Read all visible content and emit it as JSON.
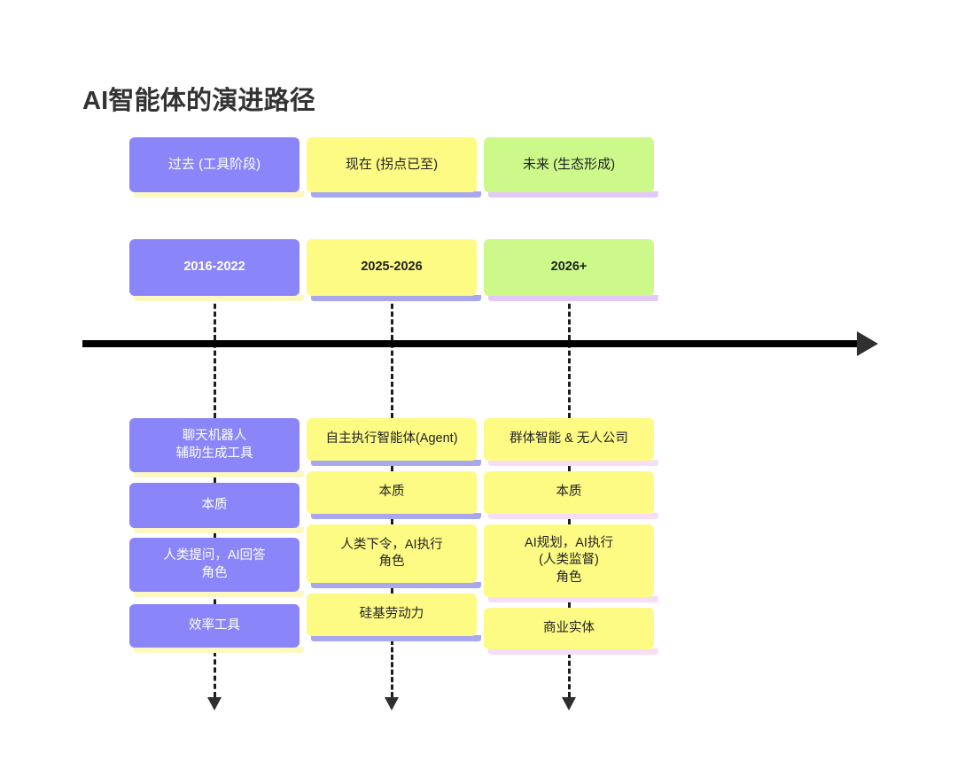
{
  "title": "AI智能体的演进路径",
  "timeline": {
    "axis_arrow": "right-arrow",
    "columns": [
      {
        "id": "past",
        "header": "过去 (工具阶段)",
        "date": "2016-2022",
        "theme": "purple",
        "fill": "#8a86fa",
        "text_color": "#ffffff",
        "shadow": "#fdf8c0",
        "cards": [
          "聊天机器人\n辅助生成工具",
          "本质",
          "人类提问，AI回答\n角色",
          "效率工具"
        ]
      },
      {
        "id": "present",
        "header": "现在 (拐点已至)",
        "date": "2025-2026",
        "theme": "yellow",
        "fill": "#fdfb84",
        "text_color": "#222222",
        "shadow": "#a9a8ee",
        "cards": [
          "自主执行智能体(Agent)",
          "本质",
          "人类下令，AI执行\n角色",
          "硅基劳动力"
        ]
      },
      {
        "id": "future",
        "header": "未来 (生态形成)",
        "date": "2026+",
        "theme": "green",
        "fill": "#ccf98a",
        "text_color": "#222222",
        "shadow": "#e3c9f5",
        "cards": [
          "群体智能 & 无人公司",
          "本质",
          "AI规划，AI执行\n(人类监督)\n角色",
          "商业实体"
        ]
      }
    ]
  }
}
